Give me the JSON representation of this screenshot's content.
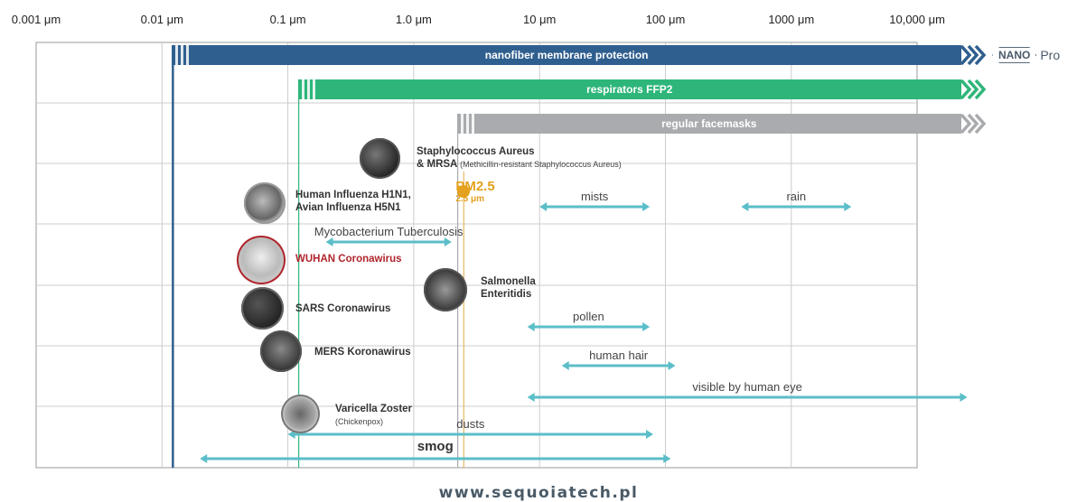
{
  "axis": {
    "ticks": [
      {
        "label": "0.001 μm",
        "value": 0.001
      },
      {
        "label": "0.01 μm",
        "value": 0.01
      },
      {
        "label": "0.1 μm",
        "value": 0.1
      },
      {
        "label": "1.0 μm",
        "value": 1
      },
      {
        "label": "10 μm",
        "value": 10
      },
      {
        "label": "100 μm",
        "value": 100
      },
      {
        "label": "1000 μm",
        "value": 1000
      },
      {
        "label": "10,000 μm",
        "value": 10000
      }
    ]
  },
  "protection_bars": [
    {
      "label": "nanofiber membrane protection",
      "start": 0.012,
      "color": "#2f5f8f"
    },
    {
      "label": "respirators FFP2",
      "start": 0.12,
      "color": "#2eb67a"
    },
    {
      "label": "regular facemasks",
      "start": 2.2,
      "color": "#a9abae"
    }
  ],
  "brand": {
    "nano": "NANO",
    "pro": "Pro"
  },
  "particles": [
    {
      "name": "Staphylococcus Aureus",
      "line2": "& MRSA",
      "sub": "(Methicillin-resistant Staphylococcus Aureus)"
    },
    {
      "name": "Human Influenza H1N1,",
      "line2": "Avian Influenza H5N1"
    },
    {
      "name": "WUHAN Coronawirus",
      "highlight": "#b0262c"
    },
    {
      "name": "Salmonella",
      "line2": "Enteritidis"
    },
    {
      "name": "SARS Coronawirus"
    },
    {
      "name": "MERS Koronawirus"
    },
    {
      "name": "Varicella Zoster",
      "sub": "(Chickenpox)"
    }
  ],
  "pm25": {
    "label": "PM2.5",
    "value_label": "2.5 μm",
    "value": 2.5,
    "color": "#e3a11e"
  },
  "ranges": [
    {
      "label": "mists",
      "min": 10,
      "max": 75
    },
    {
      "label": "rain",
      "min": 400,
      "max": 3000
    },
    {
      "label": "Mycobacterium Tuberculosis",
      "min": 0.2,
      "max": 2
    },
    {
      "label": "pollen",
      "min": 8,
      "max": 75
    },
    {
      "label": "human hair",
      "min": 15,
      "max": 120
    },
    {
      "label": "visible by human eye",
      "min": 8,
      "max": 25000
    },
    {
      "label": "dusts",
      "min": 0.1,
      "max": 80
    },
    {
      "label": "smog",
      "min": 0.02,
      "max": 110
    }
  ],
  "footer": {
    "url": "www.sequoiatech.pl"
  },
  "colors": {
    "range_arrow": "#5bbec8",
    "grid": "#cccccc",
    "frame": "#999999"
  }
}
